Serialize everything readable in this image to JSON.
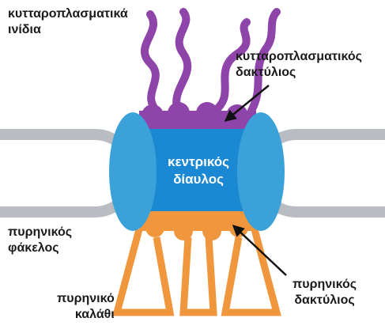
{
  "labels": {
    "cytoplasmic_fibrils": [
      "κυτταροπλασματικά",
      "ινίδια"
    ],
    "cytoplasmic_ring": [
      "κυτταροπλασματικός",
      "δακτύλιος"
    ],
    "central_channel": [
      "κεντρικός",
      "δίαυλος"
    ],
    "nuclear_envelope": [
      "πυρηνικός",
      "φάκελος"
    ],
    "nuclear_ring": [
      "πυρηνικός",
      "δακτύλιος"
    ],
    "nuclear_basket": [
      "πυρηνικό",
      "καλάθι"
    ]
  },
  "colors": {
    "envelope": "#b9bdc2",
    "side_ring": "#3aa2d8",
    "channel": "#1a88d2",
    "cytoplasmic": "#8e44a8",
    "nuclear": "#f0973d",
    "arrow": "#111111",
    "label_text": "#1a1a1a",
    "center_text": "#ffffff"
  }
}
